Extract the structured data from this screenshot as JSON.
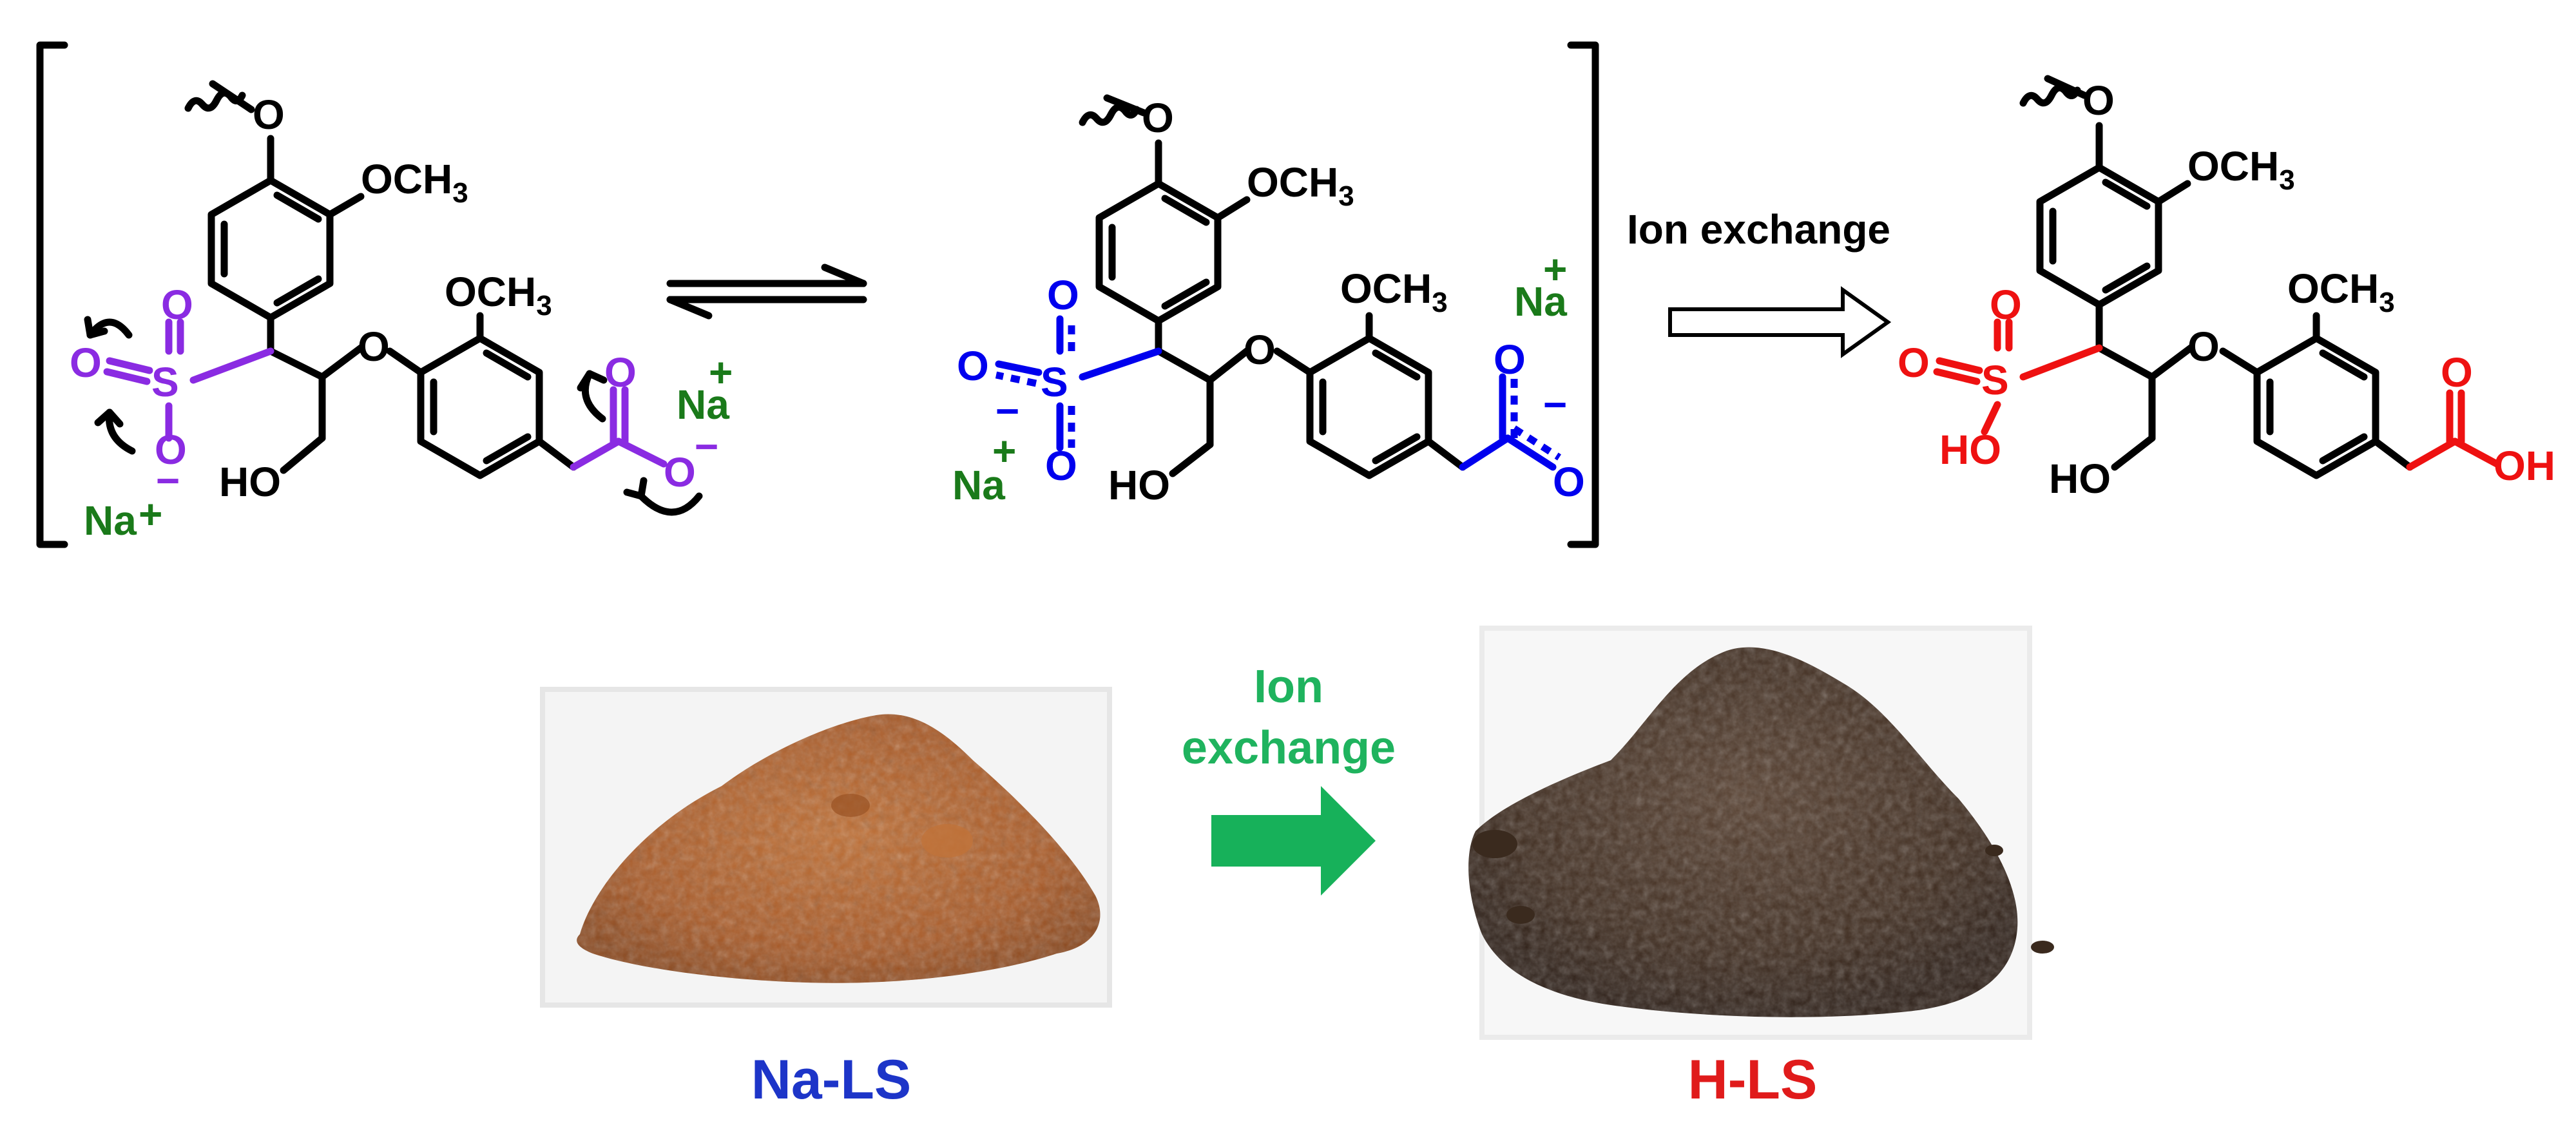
{
  "colors": {
    "bond": "#000000",
    "naLS_groups": "#8a2be2",
    "resonance_groups": "#0000ee",
    "acid_groups": "#ee1111",
    "sodium": "#1a7a1a",
    "photo_arrow": "#17b15a",
    "photo_arrow_label": "#1fb35e",
    "naLS_label": "#1d35c8",
    "hLS_label": "#e01b1b",
    "naLS_powder": "#b4632c",
    "hLS_powder": "#4a3424"
  },
  "scheme": {
    "atoms": {
      "O": "O",
      "S": "S",
      "Na": "Na",
      "plus": "+",
      "minus": "−",
      "methoxy": "OCH",
      "methoxy_sub": "3",
      "hydroxymethyl": "HO",
      "acid_H_left": "HO",
      "acid_H_right": "OH"
    },
    "equilibrium_arrow": "equilibrium-arrows",
    "ion_exchange_label": "Ion exchange",
    "open_arrow": "open-reaction-arrow"
  },
  "photos": {
    "arrow_label_line1": "Ion",
    "arrow_label_line2": "exchange",
    "naLS_label": "Na-LS",
    "hLS_label": "H-LS"
  }
}
